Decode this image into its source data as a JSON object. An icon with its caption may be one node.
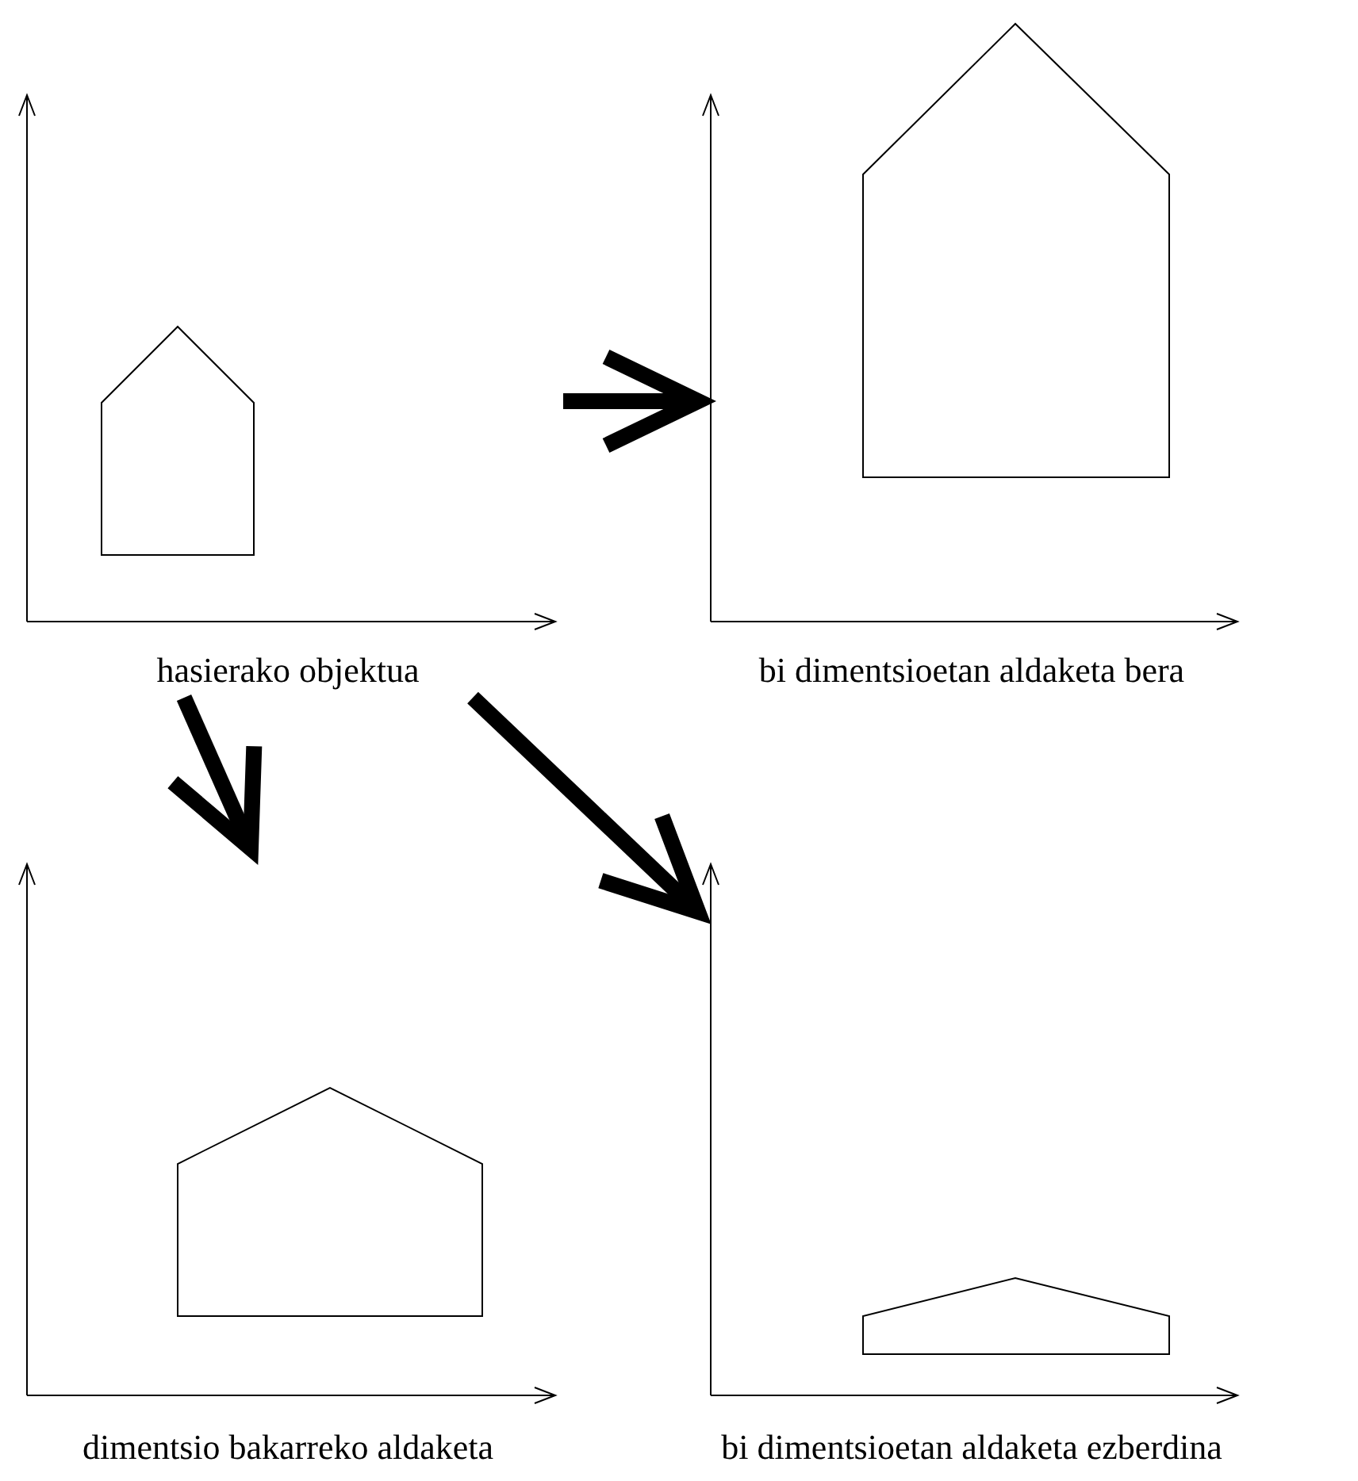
{
  "diagram": {
    "nodes": [
      {
        "text": [
          "hasierako objektua"
        ]
      },
      {
        "text": [
          "bi dimentsioetan aldaketa bera"
        ]
      },
      {
        "text": [
          "dimentsio bakarreko aldaketa"
        ]
      },
      {
        "text": [
          "bi dimentsioetan aldaketa ezberdina"
        ]
      }
    ],
    "edges": [
      {
        "from": 0,
        "to": 1,
        "arrow": "to"
      },
      {
        "from": 0,
        "to": 2,
        "arrow": "to"
      },
      {
        "from": 0,
        "to": 3,
        "arrow": "to"
      }
    ]
  }
}
